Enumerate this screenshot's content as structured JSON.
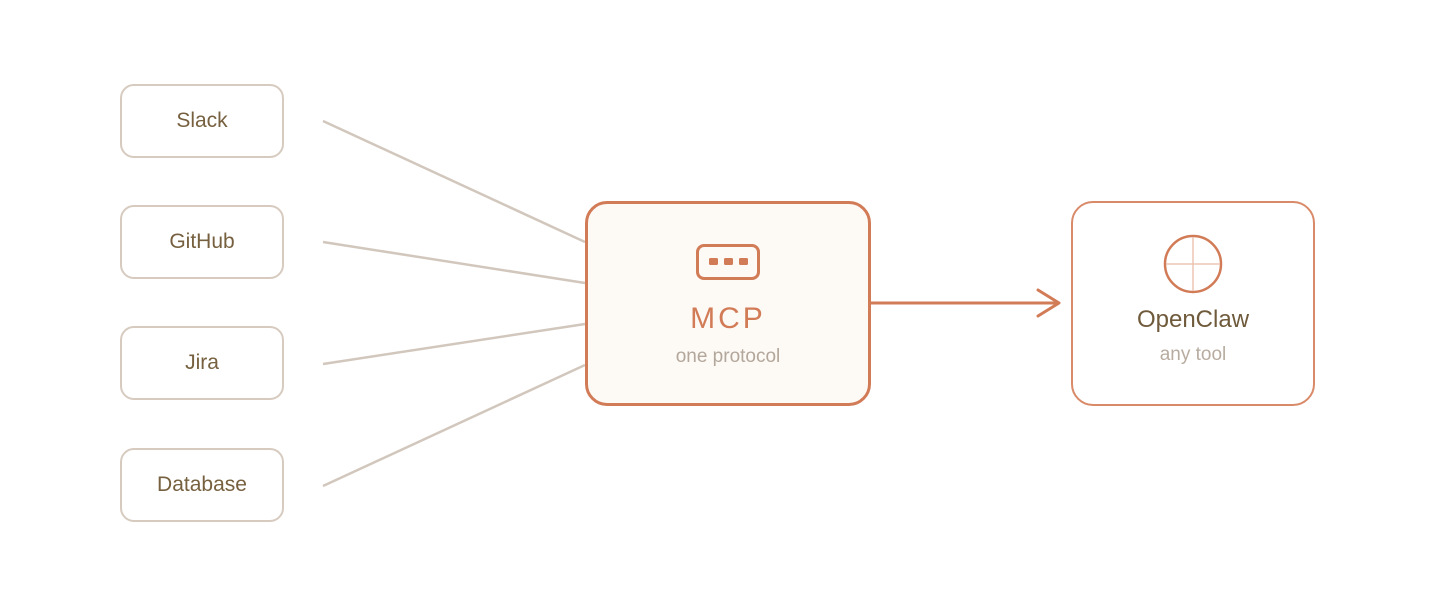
{
  "sources": [
    {
      "id": "slack",
      "label": "Slack"
    },
    {
      "id": "github",
      "label": "GitHub"
    },
    {
      "id": "jira",
      "label": "Jira"
    },
    {
      "id": "database",
      "label": "Database"
    }
  ],
  "hub": {
    "title": "MCP",
    "subtitle": "one protocol",
    "icon": "server-rack-icon"
  },
  "target": {
    "title": "OpenClaw",
    "subtitle": "any tool",
    "icon": "crosshair-icon"
  },
  "colors": {
    "accent": "#d27b57",
    "source_border": "#d7cbc0",
    "connector": "#d2c7bd",
    "source_text": "#76603f",
    "muted_text": "#b3a79b",
    "hub_fill": "#fdf9f5"
  }
}
